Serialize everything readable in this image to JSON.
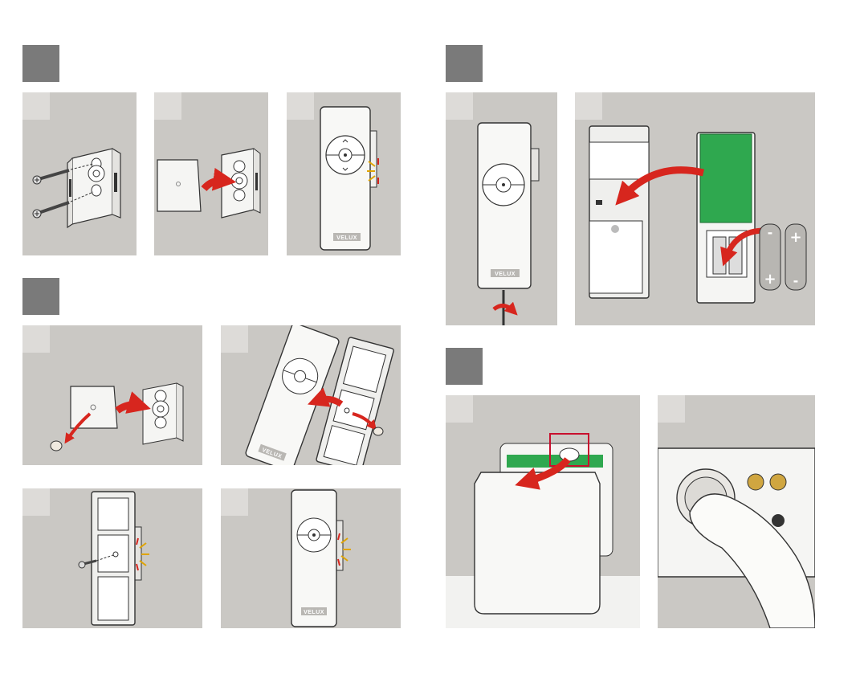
{
  "document": {
    "type": "installation-guide",
    "sections": [
      {
        "id": "mount-wall-bracket",
        "steps": 3
      },
      {
        "id": "mount-with-screw-cover",
        "steps": 4
      },
      {
        "id": "open-and-insert-batteries",
        "steps": 2
      },
      {
        "id": "press-button",
        "steps": 2
      }
    ]
  },
  "remote": {
    "brand_label": "VELUX"
  },
  "battery": {
    "plus_sign": "+",
    "minus_sign": "-"
  },
  "colors": {
    "panel_background": "#cac8c4",
    "step_tab": "#dddbd8",
    "section_marker": "#7a7a7a",
    "arrow_red": "#d7261e",
    "circuit_board_green": "#2fa84f",
    "highlight_box": "#c8102e"
  },
  "icons": [
    "screw-icon",
    "arrow-icon",
    "click-indicator-icon",
    "screwdriver-icon",
    "battery-icon",
    "finger-icon"
  ]
}
